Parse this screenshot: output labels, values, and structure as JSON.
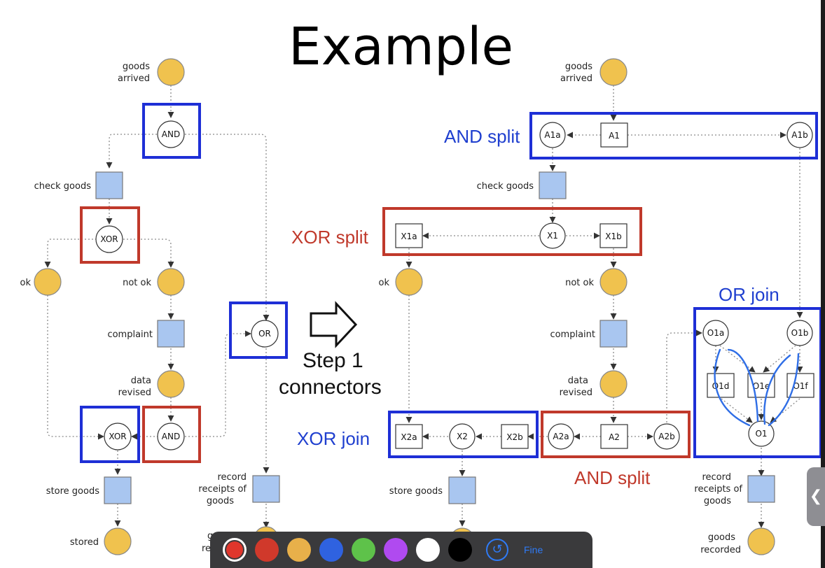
{
  "title": "Example",
  "annotations": {
    "and_split_top": "AND split",
    "xor_split": "XOR split",
    "or_join": "OR join",
    "xor_join": "XOR join",
    "and_split_bottom": "AND split",
    "step_line1": "Step 1",
    "step_line2": "connectors"
  },
  "left_labels": {
    "goods_arrived": [
      "goods",
      "arrived"
    ],
    "check_goods": "check goods",
    "ok": "ok",
    "not_ok": "not ok",
    "complaint": "complaint",
    "data_revised": [
      "data",
      "revised"
    ],
    "store_goods": "store goods",
    "stored": "stored",
    "record_receipts": [
      "record",
      "receipts of",
      "goods"
    ],
    "goods_recorded_partial": [
      "goo",
      "re"
    ]
  },
  "left_connectors": {
    "and1": "AND",
    "xor1": "XOR",
    "or1": "OR",
    "xor2": "XOR",
    "and2": "AND"
  },
  "right_labels": {
    "goods_arrived": [
      "goods",
      "arrived"
    ],
    "check_goods": "check goods",
    "ok": "ok",
    "not_ok": "not ok",
    "complaint": "complaint",
    "data_revised": [
      "data",
      "revised"
    ],
    "store_goods": "store goods",
    "record_receipts": [
      "record",
      "receipts of",
      "goods"
    ],
    "goods_recorded": [
      "goods",
      "recorded"
    ]
  },
  "right_nodes": {
    "a1": "A1",
    "a1a": "A1a",
    "a1b": "A1b",
    "x1": "X1",
    "x1a": "X1a",
    "x1b": "X1b",
    "o1a": "O1a",
    "o1b": "O1b",
    "o1d": "O1d",
    "o1e": "O1e",
    "o1f": "O1f",
    "o1": "O1",
    "x2": "X2",
    "x2a": "X2a",
    "x2b": "X2b",
    "a2": "A2",
    "a2a": "A2a",
    "a2b": "A2b"
  },
  "toolbar": {
    "colors": [
      "#e0362c",
      "#e8b04a",
      "#2f62e0",
      "#5ec24a",
      "#b04af0",
      "#ffffff",
      "#000000"
    ],
    "selected_color": "#e0362c",
    "undo_icon": "undo-icon",
    "width_label": "Fine"
  },
  "side_tab": {
    "icon": "chevron-left-icon",
    "glyph": "❮"
  }
}
